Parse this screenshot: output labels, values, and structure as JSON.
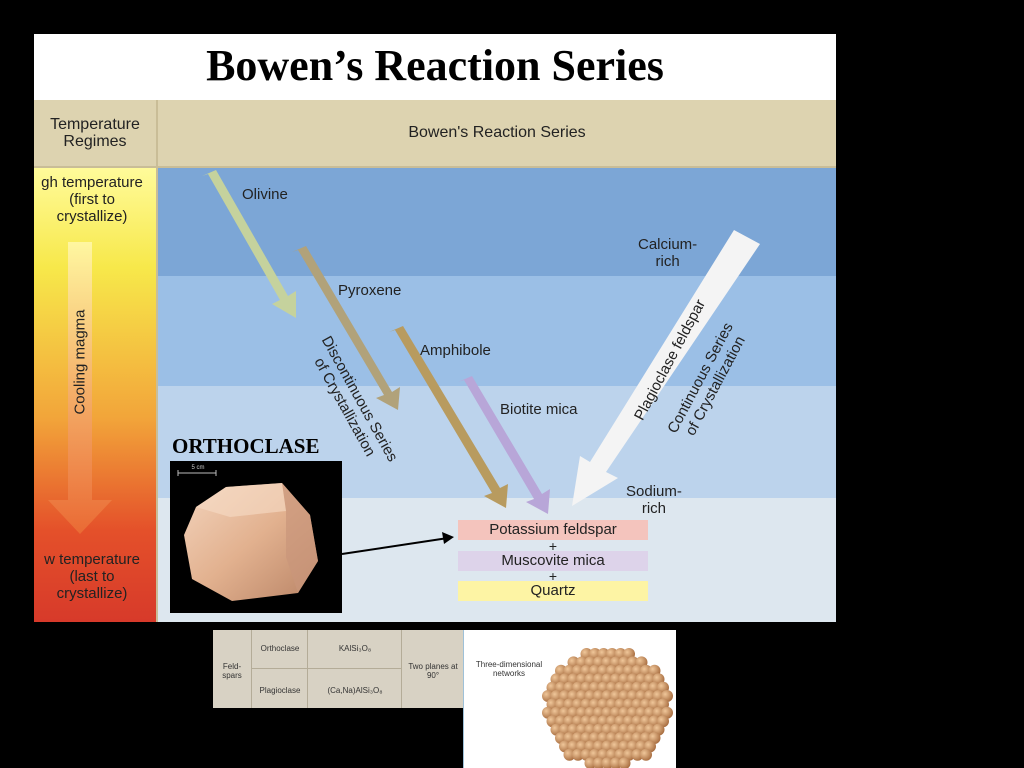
{
  "title": "Bowen’s Reaction Series",
  "header": {
    "left": "Temperature\nRegimes",
    "right": "Bowen's Reaction Series"
  },
  "temperature": {
    "high": "gh temperature\n(first to\ncrystallize)",
    "cooling": "Cooling magma",
    "low": "w temperature\n(last to\ncrystallize)"
  },
  "discontinuous": {
    "minerals": [
      "Olivine",
      "Pyroxene",
      "Amphibole",
      "Biotite mica"
    ],
    "label": "Discontinuous Series\nof Crystallization"
  },
  "continuous": {
    "calcium": "Calcium-\nrich",
    "sodium": "Sodium-\nrich",
    "plagioclase": "Plagioclase feldspar",
    "label": "Continuous Series\nof Crystallization"
  },
  "final": {
    "k_feldspar": "Potassium feldspar",
    "muscovite": "Muscovite mica",
    "quartz": "Quartz",
    "plus": "+"
  },
  "ortho_label": "ORTHOCLASE",
  "scale_label": "5 cm",
  "table": {
    "group": "Feld-\nspars",
    "row1": {
      "name": "Orthoclase",
      "formula": "KAlSi₃O₈"
    },
    "row2": {
      "name": "Plagioclase",
      "formula": "(Ca,Na)AlSi₃O₈"
    },
    "cleavage": "Two planes at\n90°",
    "structure": "Three-dimensional\nnetworks"
  },
  "colors": {
    "header": "#ddd3b0",
    "band1": "#7ca6d6",
    "band2": "#9bbfe6",
    "band3": "#bcd3ec",
    "band4": "#dde7ef",
    "olivine_arrow": "#c5d29d",
    "pyroxene_arrow": "#b1a27a",
    "amphibole_arrow": "#b89b5f",
    "biotite_arrow": "#b8a6d8",
    "plagioclase_arrow": "#f2f2f2",
    "k_feldspar_box": "#f4c4bd",
    "muscovite_box": "#ddd3ea",
    "quartz_box": "#fdf4a4"
  }
}
